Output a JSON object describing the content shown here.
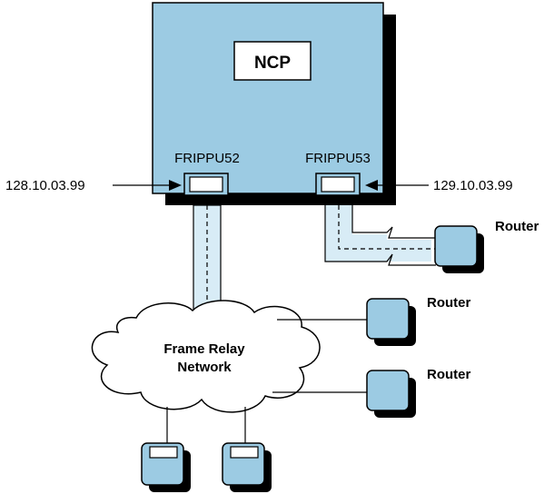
{
  "ncp": {
    "label": "NCP"
  },
  "ports": [
    {
      "name": "FRIPPU52",
      "address": "128.10.03.99"
    },
    {
      "name": "FRIPPU53",
      "address": "129.10.03.99"
    }
  ],
  "network": {
    "line1": "Frame Relay",
    "line2": "Network"
  },
  "routers": [
    {
      "label": "Router"
    },
    {
      "label": "Router"
    },
    {
      "label": "Router"
    }
  ],
  "colors": {
    "box_fill": "#9ccbe3",
    "link_fill": "#d8ecf6",
    "shadow": "#000000",
    "stroke": "#000000"
  }
}
